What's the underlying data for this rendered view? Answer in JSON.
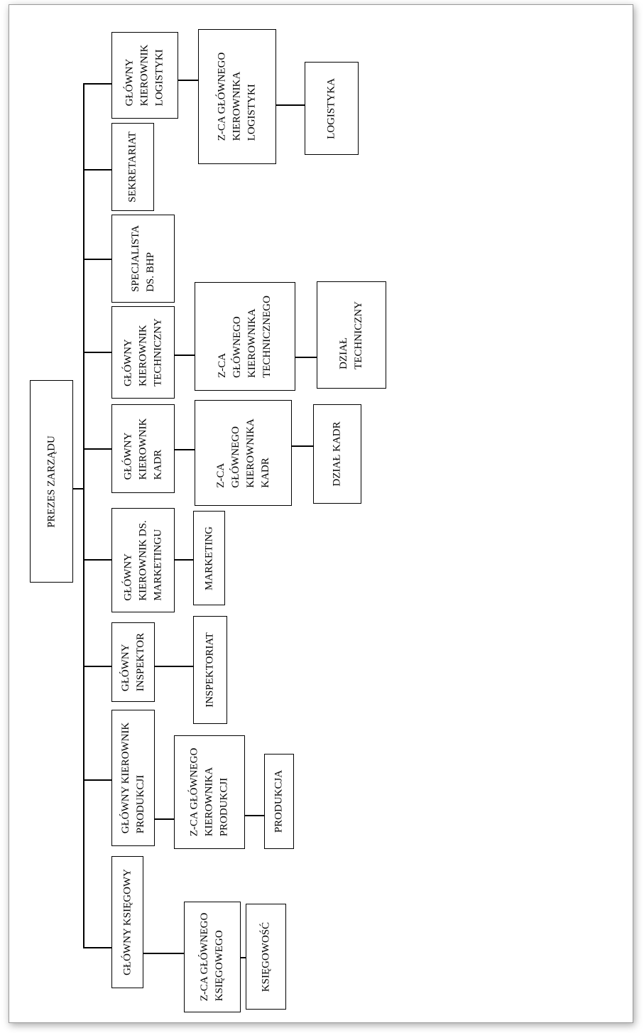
{
  "root": {
    "label": "PREZES ZARZĄDU"
  },
  "branches": {
    "logistics": {
      "head": "GŁÓWNY\nKIEROWNIK\nLOGISTYKI",
      "deputy": "Z-CA GŁÓWNEGO\nKIEROWNIKA\nLOGISTYKI",
      "dept": "LOGISTYKA"
    },
    "secretariat": {
      "head": "SEKRETARIAT"
    },
    "bhp": {
      "head": "SPECJALISTA\nDS. BHP"
    },
    "technical": {
      "head": "GŁÓWNY\nKIEROWNIK\nTECHNICZNY",
      "deputy": "Z-CA\nGŁÓWNEGO\nKIEROWNIKA\nTECHNICZNEGO",
      "dept": "DZIAŁ\nTECHNICZNY"
    },
    "hr": {
      "head": "GŁÓWNY\nKIEROWNIK\nKADR",
      "deputy": "Z-CA\nGŁÓWNEGO\nKIEROWNIKA\nKADR",
      "dept": "DZIAŁ KADR"
    },
    "marketing": {
      "head": "GŁÓWNY\nKIEROWNIK DS.\nMARKETINGU",
      "dept": "MARKETING"
    },
    "inspection": {
      "head": "GŁÓWNY\nINSPEKTOR",
      "dept": "INSPEKTORIAT"
    },
    "production": {
      "head": "GŁÓWNY KIEROWNIK\nPRODUKCJI",
      "deputy": "Z-CA GŁÓWNEGO\nKIEROWNIKA\nPRODUKCJI",
      "dept": "PRODUKCJA"
    },
    "accounting": {
      "head": "GŁÓWNY KSIĘGOWY",
      "deputy": "Z-CA GŁÓWNEGO\nKSIĘGOWEGO",
      "dept": "KSIĘGOWOŚĆ"
    }
  }
}
